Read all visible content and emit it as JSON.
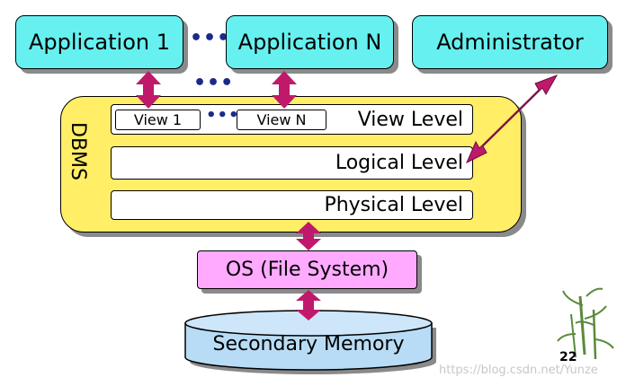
{
  "applications": {
    "app1": "Application 1",
    "appN": "Application N",
    "admin": "Administrator"
  },
  "dots": "•••",
  "dbms": {
    "label": "DBMS",
    "view_level": "View Level",
    "view1": "View 1",
    "viewN": "View N",
    "logical_level": "Logical Level",
    "physical_level": "Physical Level"
  },
  "os": "OS (File System)",
  "memory": "Secondary Memory",
  "page_number": "22",
  "watermark": "https://blog.csdn.net/Yunze",
  "colors": {
    "app_fill": "#66f0f0",
    "dbms_fill": "#ffee66",
    "os_fill": "#ffaaff",
    "memory_fill": "#b8dcf5",
    "arrow": "#c0196b"
  }
}
